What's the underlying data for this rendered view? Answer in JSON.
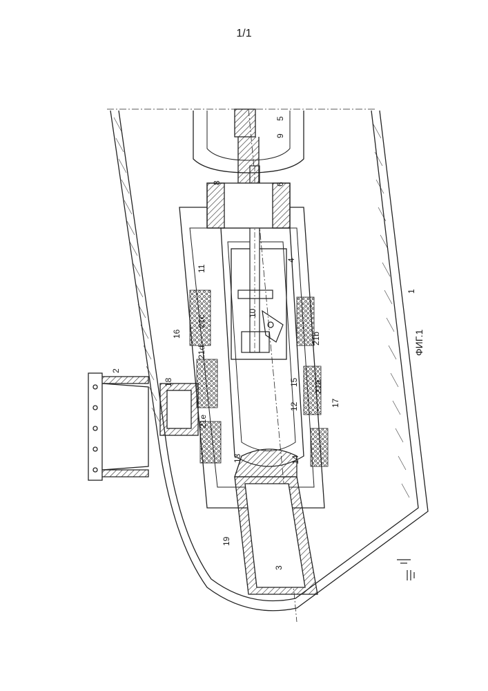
{
  "page": {
    "number": "1/1"
  },
  "figure": {
    "caption": "ФИГ.1"
  },
  "labels": {
    "l1": "1",
    "l2": "2",
    "l3": "3",
    "l4": "4",
    "l5": "5",
    "l6": "6",
    "l8": "8",
    "l9": "9",
    "l10": "10",
    "l11": "11",
    "l12": "12",
    "l13": "13",
    "l14": "14",
    "l15": "15",
    "l16": "16",
    "l17": "17",
    "l18": "18",
    "l19": "19",
    "l21a": "21a",
    "l21b": "21b",
    "l21c": "21c",
    "l21d": "21d",
    "l21e": "21e"
  }
}
